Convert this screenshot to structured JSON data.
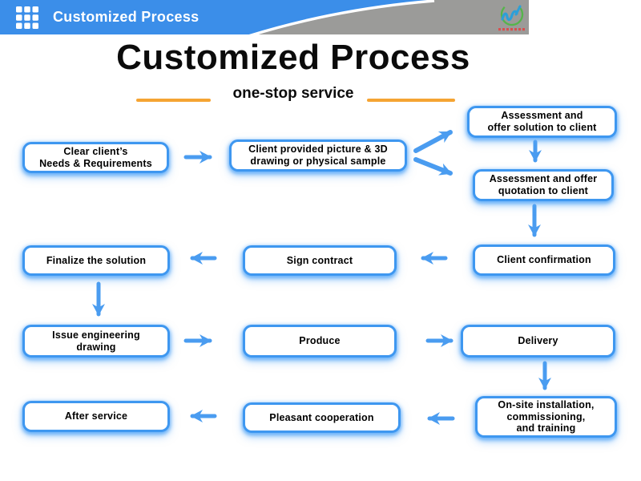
{
  "header": {
    "title": "Customized Process",
    "logo_icon": "company-logo"
  },
  "title": "Customized Process",
  "subtitle": "one-stop service",
  "flow": {
    "boxes": [
      {
        "id": "clear-needs",
        "text": "Clear client’s\nNeeds & Requirements"
      },
      {
        "id": "client-picture",
        "text": "Client provided picture & 3D\ndrawing or physical sample"
      },
      {
        "id": "offer-solution",
        "text": "Assessment and\noffer solution to client"
      },
      {
        "id": "offer-quotation",
        "text": "Assessment and offer\nquotation to client"
      },
      {
        "id": "client-confirmation",
        "text": "Client confirmation"
      },
      {
        "id": "sign-contract",
        "text": "Sign contract"
      },
      {
        "id": "finalize-solution",
        "text": "Finalize the solution"
      },
      {
        "id": "issue-drawing",
        "text": "Issue engineering\ndrawing"
      },
      {
        "id": "produce",
        "text": "Produce"
      },
      {
        "id": "delivery",
        "text": "Delivery"
      },
      {
        "id": "onsite-installation",
        "text": "On-site installation,\ncommissioning,\nand training"
      },
      {
        "id": "pleasant-cooperation",
        "text": "Pleasant cooperation"
      },
      {
        "id": "after-service",
        "text": "After service"
      }
    ]
  },
  "colors": {
    "header_blue": "#3B8EE9",
    "header_gray": "#9B9B99",
    "box_border_blue": "#3E97F0",
    "arrow_blue": "#4A9CF0",
    "divider_orange": "#F5A433",
    "title_black": "#0B0B0B",
    "logo_green": "#55B54A",
    "logo_blue": "#2D9FD8",
    "logo_red": "#D94F4F"
  }
}
